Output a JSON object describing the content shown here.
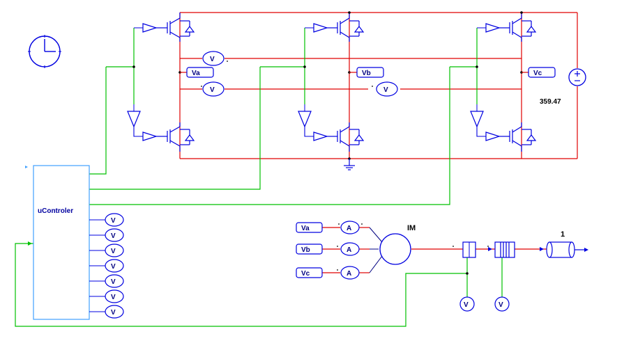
{
  "controller": {
    "label": "uControler"
  },
  "voltage_source": {
    "value": "359.47"
  },
  "phase_labels": [
    "Va",
    "Vb",
    "Vc"
  ],
  "motor_inputs": [
    "Va",
    "Vb",
    "Vc"
  ],
  "motor": {
    "label": "IM"
  },
  "load": {
    "value": "1"
  },
  "meters": {
    "voltmeter": "V",
    "ammeter": "A"
  },
  "colors": {
    "power": "#e00000",
    "component": "#0000e0",
    "control": "#00c000",
    "measurement": "#800000"
  }
}
